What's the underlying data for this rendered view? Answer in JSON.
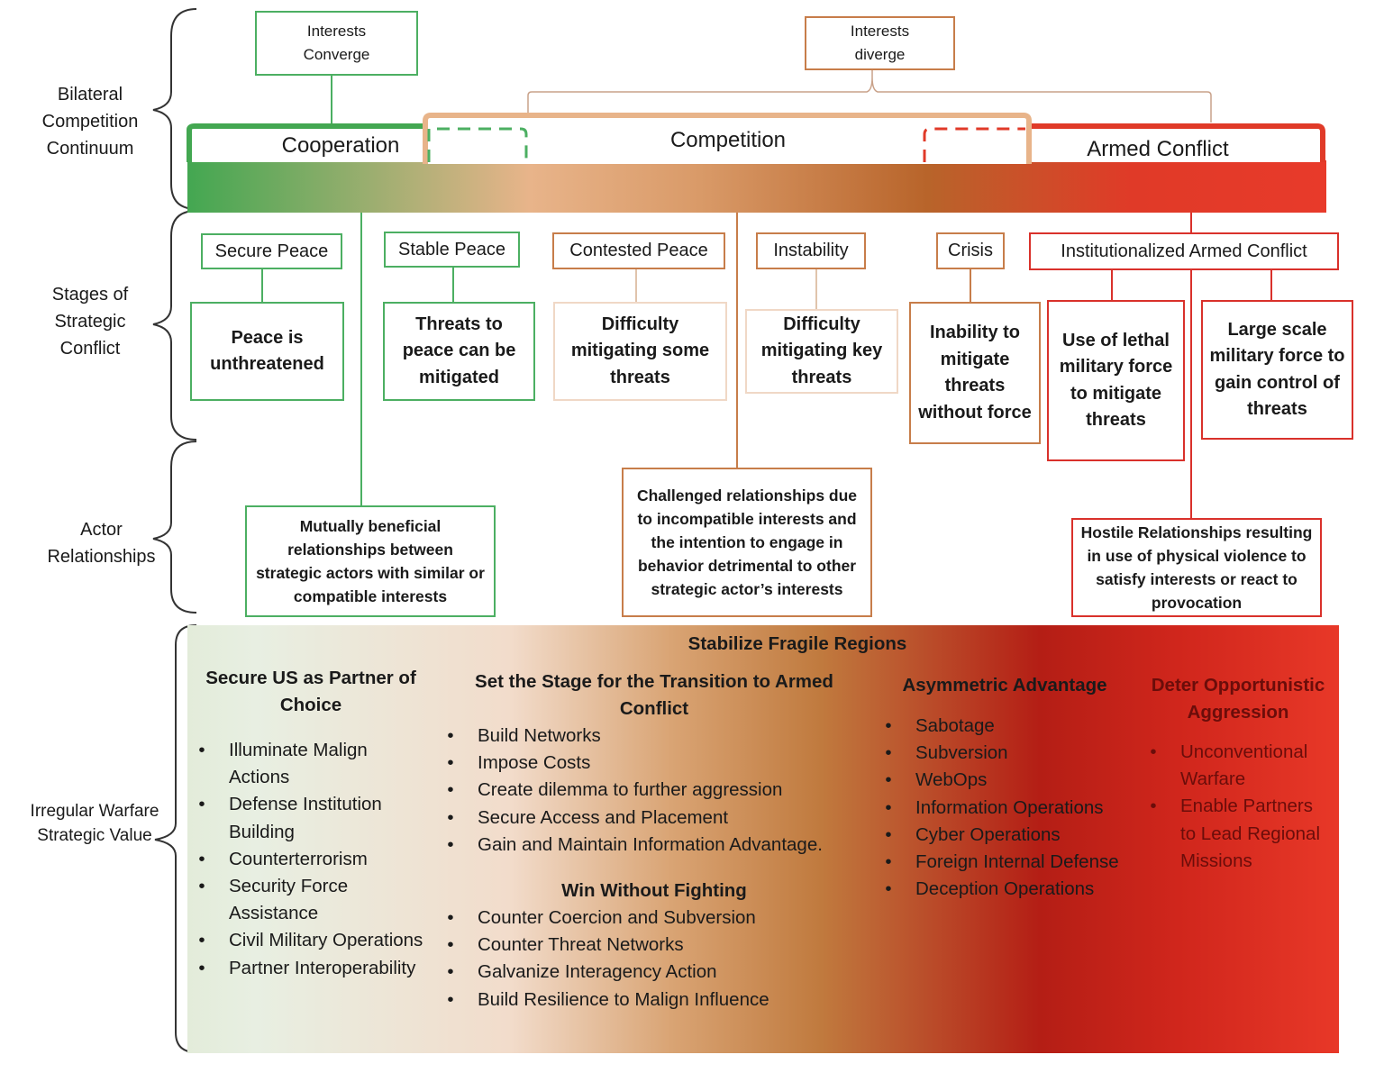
{
  "left_labels": {
    "bilateral": "Bilateral Competition Continuum",
    "stages": "Stages of Strategic Conflict",
    "actors": "Actor Relationships",
    "irregular": "Irregular Warfare Strategic Value"
  },
  "interests": {
    "converge": "Interests Converge",
    "diverge": "Interests diverge"
  },
  "continuum": {
    "cooperation": "Cooperation",
    "competition": "Competition",
    "armed_conflict": "Armed Conflict"
  },
  "stages": [
    {
      "title": "Secure Peace",
      "desc": "Peace is unthreatened"
    },
    {
      "title": "Stable Peace",
      "desc": "Threats to peace can be mitigated"
    },
    {
      "title": "Contested Peace",
      "desc": "Difficulty mitigating some threats"
    },
    {
      "title": "Instability",
      "desc": "Difficulty mitigating key threats"
    },
    {
      "title": "Crisis",
      "desc": "Inability to mitigate threats without force"
    },
    {
      "title": "Institutionalized Armed Conflict",
      "desc": "Use of lethal military force to mitigate threats",
      "desc2": "Large scale military force to gain control of threats"
    }
  ],
  "relationships": {
    "mutual": "Mutually beneficial relationships between strategic actors with similar or compatible interests",
    "challenged": "Challenged relationships due to incompatible interests and the intention to engage in behavior detrimental to other strategic actor’s interests",
    "hostile": "Hostile Relationships resulting in use of physical violence to satisfy interests or react to provocation"
  },
  "irregular_warfare": {
    "top_heading": "Stabilize Fragile Regions",
    "col1": {
      "heading": "Secure US as Partner of Choice",
      "items": [
        "Illuminate Malign Actions",
        "Defense Institution Building",
        "Counterterrorism",
        "Security Force Assistance",
        "Civil Military Operations",
        "Partner Interoperability"
      ]
    },
    "col2": {
      "heading": "Set the Stage for the Transition to Armed Conflict",
      "items": [
        "Build Networks",
        "Impose Costs",
        "Create dilemma to further aggression",
        "Secure Access and Placement",
        "Gain and Maintain Information Advantage."
      ],
      "heading2": "Win Without Fighting",
      "items2": [
        "Counter Coercion and Subversion",
        "Counter Threat Networks",
        "Galvanize Interagency Action",
        "Build Resilience to Malign Influence"
      ]
    },
    "col3": {
      "heading": "Asymmetric Advantage",
      "items": [
        "Sabotage",
        "Subversion",
        "WebOps",
        "Information Operations",
        "Cyber Operations",
        "Foreign Internal Defense",
        "Deception Operations"
      ]
    },
    "col4": {
      "heading": "Deter Opportunistic Aggression",
      "items": [
        "Unconventional Warfare",
        "Enable Partners to Lead Regional Missions"
      ]
    }
  },
  "colors": {
    "green": "#4caf62",
    "orange": "#c77d4a",
    "red": "#d9312b",
    "dark_red_text": "#6b0d0a"
  }
}
